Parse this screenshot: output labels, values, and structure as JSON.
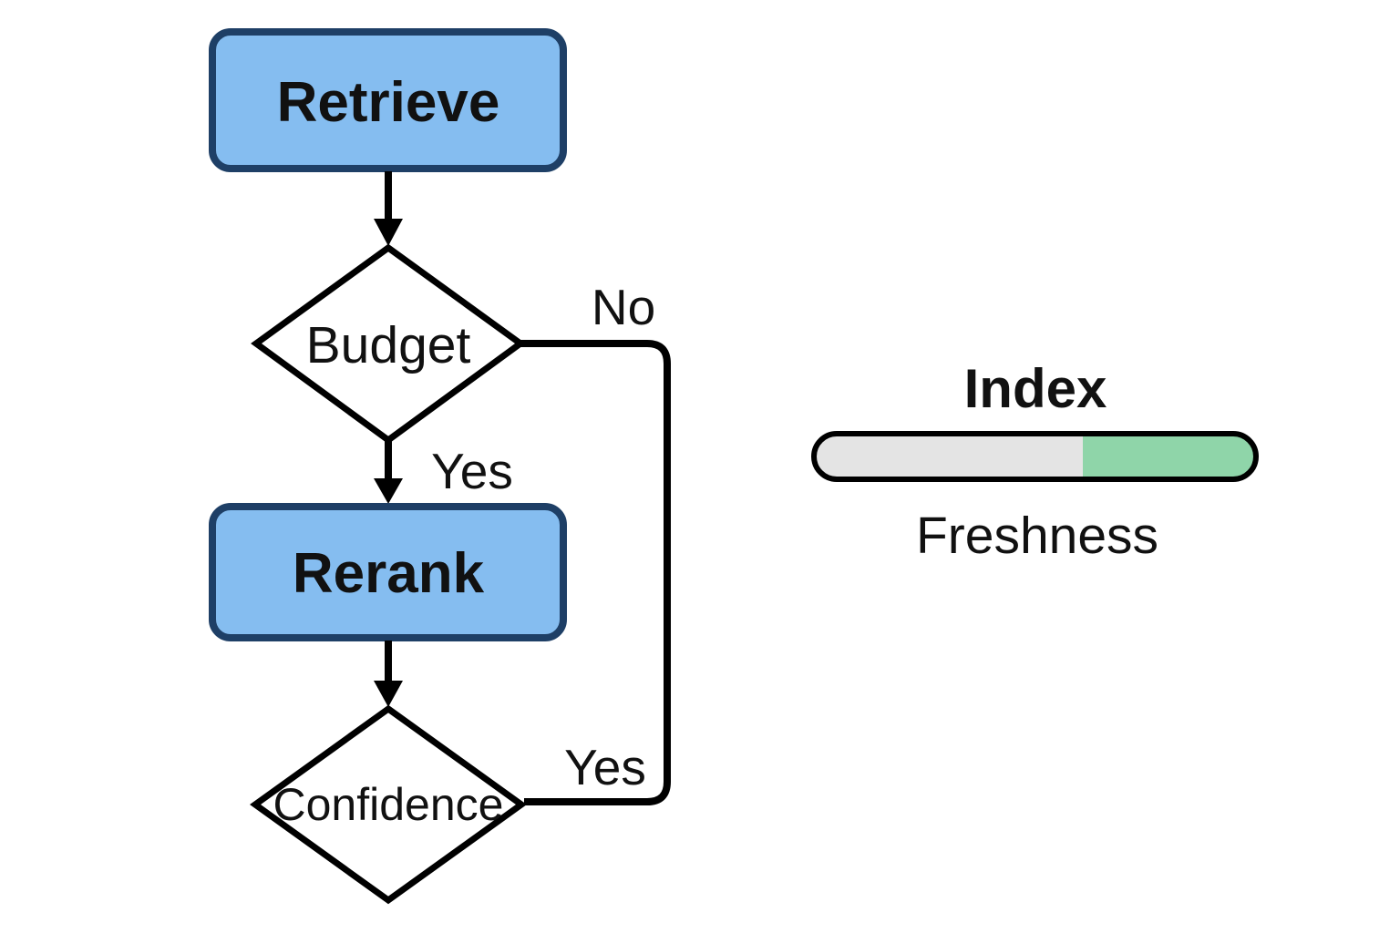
{
  "flowchart": {
    "nodes": {
      "retrieve": {
        "label": "Retrieve"
      },
      "budget": {
        "label": "Budget"
      },
      "rerank": {
        "label": "Rerank"
      },
      "confidence": {
        "label": "Confidence"
      }
    },
    "edges": {
      "budget_no": {
        "label": "No"
      },
      "budget_yes": {
        "label": "Yes"
      },
      "confidence_yes": {
        "label": "Yes"
      }
    },
    "colors": {
      "node_fill": "#85bdf0",
      "node_border": "#1e3f66",
      "line": "#000000"
    }
  },
  "index_panel": {
    "title": "Index",
    "caption": "Freshness",
    "bar": {
      "fill_percent": 39,
      "track_color": "#e4e4e4",
      "fill_color": "#8fd5a9",
      "fill_x": "1188",
      "fill_width": "190"
    }
  }
}
